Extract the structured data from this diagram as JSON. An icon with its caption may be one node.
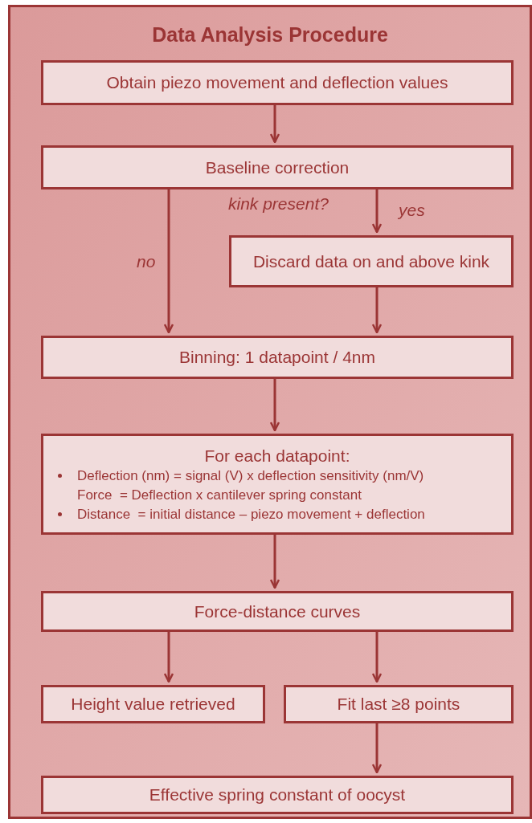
{
  "diagram": {
    "nodes": [
      {
        "text": [
          "Data Analysis Procedure"
        ]
      },
      {
        "text": [
          "Obtain piezo movement and deflection values"
        ],
        "in": 0
      },
      {
        "text": [
          "Baseline correction"
        ],
        "in": 0
      },
      {
        "text": [
          "Discard data on and above kink"
        ],
        "in": 0
      },
      {
        "text": [
          "Binning: 1 datapoint / 4nm"
        ],
        "in": 0
      },
      {
        "text": [
          "For each datapoint:",
          "Deflection (nm) = signal (V) x deflection sensitivity (nm/V)",
          "Force  = Deflection x cantilever spring constant",
          "Distance  = initial distance – piezo movement + deflection"
        ],
        "in": 0
      },
      {
        "text": [
          "Force-distance curves"
        ],
        "in": 0
      },
      {
        "text": [
          "Height value retrieved"
        ],
        "in": 0
      },
      {
        "text": [
          "Fit last ≥8 points"
        ],
        "in": 0
      },
      {
        "text": [
          "Effective spring constant of oocyst"
        ],
        "in": 0
      }
    ],
    "edges": [
      {
        "from": 1,
        "to": 2,
        "arrow": "to"
      },
      {
        "from": 2,
        "to": 3,
        "arrow": "to",
        "label": "yes"
      },
      {
        "from": 2,
        "to": 4,
        "arrow": "to",
        "label": "no"
      },
      {
        "from": 3,
        "to": 4,
        "arrow": "to"
      },
      {
        "from": 4,
        "to": 5,
        "arrow": "to"
      },
      {
        "from": 5,
        "to": 6,
        "arrow": "to"
      },
      {
        "from": 6,
        "to": 7,
        "arrow": "to"
      },
      {
        "from": 6,
        "to": 8,
        "arrow": "to"
      },
      {
        "from": 8,
        "to": 9,
        "arrow": "to"
      }
    ],
    "labels": [
      "kink present?"
    ]
  }
}
